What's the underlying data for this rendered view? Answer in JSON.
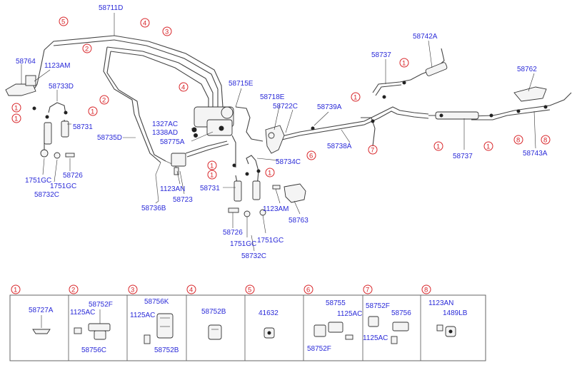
{
  "main_labels": {
    "p58711D": "58711D",
    "p58764": "58764",
    "p1123AM_a": "1123AM",
    "p58733D": "58733D",
    "p58731_a": "58731",
    "p58735D": "58735D",
    "p1751GC_a": "1751GC",
    "p1751GC_b": "1751GC",
    "p58726_a": "58726",
    "p58732C_a": "58732C",
    "p1327AC": "1327AC",
    "p1338AD": "1338AD",
    "p58775A": "58775A",
    "p1123AN": "1123AN",
    "p58723": "58723",
    "p58736B": "58736B",
    "p58715E": "58715E",
    "p58718E": "58718E",
    "p58722C": "58722C",
    "p58739A": "58739A",
    "p58738A": "58738A",
    "p58734C": "58734C",
    "p58731_b": "58731",
    "p1123AM_b": "1123AM",
    "p58763": "58763",
    "p58726_b": "58726",
    "p1751GC_c": "1751GC",
    "p1751GC_d": "1751GC",
    "p58732C_b": "58732C",
    "p58737_a": "58737",
    "p58742A": "58742A",
    "p58762": "58762",
    "p58737_b": "58737",
    "p58743A": "58743A"
  },
  "callouts": {
    "c5": "5",
    "c4a": "4",
    "c3": "3",
    "c2a": "2",
    "c4b": "4",
    "c2b": "2",
    "c1a": "1",
    "c1b": "1",
    "c1c": "1",
    "c1d": "1",
    "c1e": "1",
    "c1f": "1",
    "c1g": "1",
    "c1h": "1",
    "c1i": "1",
    "c1j": "1",
    "c6": "6",
    "c7": "7",
    "c8a": "8",
    "c8b": "8"
  },
  "legend": {
    "panels": [
      {
        "num": "1",
        "parts": [
          "58727A"
        ]
      },
      {
        "num": "2",
        "parts": [
          "58752F",
          "1125AC",
          "58756C"
        ]
      },
      {
        "num": "3",
        "parts": [
          "58756K",
          "1125AC",
          "58752B"
        ]
      },
      {
        "num": "4",
        "parts": [
          "58752B"
        ]
      },
      {
        "num": "5",
        "parts": [
          "41632"
        ]
      },
      {
        "num": "6",
        "parts": [
          "58755",
          "1125AC",
          "58752F"
        ]
      },
      {
        "num": "7",
        "parts": [
          "58752F",
          "58756",
          "1125AC"
        ]
      },
      {
        "num": "8",
        "parts": [
          "1123AN",
          "1489LB"
        ]
      }
    ]
  }
}
